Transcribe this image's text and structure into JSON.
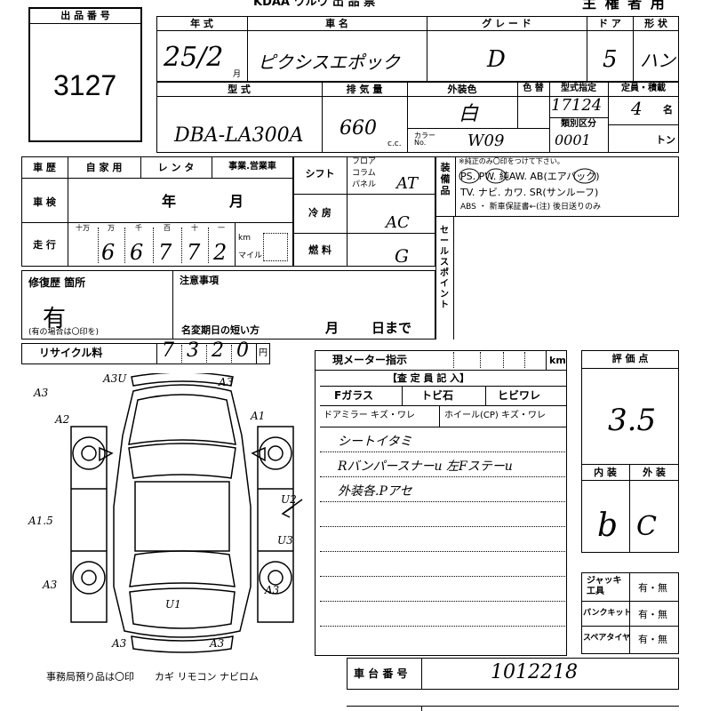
{
  "header": {
    "top_fragment": "KDAA ワルウ 出 品 票",
    "top_right": "主 権 者 用"
  },
  "lot": {
    "label": "出 品 番 号",
    "number": "3127"
  },
  "labels": {
    "year": "年 式",
    "car_name": "車 名",
    "grade": "グ レ ー ド",
    "doors": "ド ア",
    "shape": "形 状",
    "model": "型 式",
    "displacement": "排 気 量",
    "exterior_color": "外装色",
    "color_no": "色 替",
    "type_spec": "型式指定",
    "capacity": "定員・積載",
    "category": "類別区分",
    "color_label": "カラー\nNo.",
    "history": "車 歴",
    "private": "自 家 用",
    "rental": "レ ン タ",
    "business": "事業.営業車",
    "inspection": "車 検",
    "year_unit": "年",
    "month_unit": "月",
    "mileage": "走 行",
    "digits": [
      "十万",
      "万",
      "千",
      "百",
      "十",
      "一"
    ],
    "km": "km",
    "mile": "マイル",
    "shift": "シフト",
    "shift_opts": [
      "フロア",
      "コラム",
      "パネル"
    ],
    "ac": "冷 房",
    "fuel": "燃 料",
    "equipment": "装備品",
    "equip_note": "※純正のみ〇印をつけて下さい。",
    "equip_line1": "PS. PW. 純AW. AB(エアバック)",
    "equip_line2": "TV. ナビ. カワ. SR(サンルーフ)",
    "equip_line3": "ABS ・ 新車保証書←(注) 後日送りのみ",
    "sale_point": "セールスポイント",
    "repair": "修復歴 箇所",
    "repair_note": "(有の場合は〇印を)",
    "caution": "注意事項",
    "name_change": "名変期日の短い方",
    "month": "月",
    "day_until": "日まで",
    "recycle": "リサイクル料",
    "yen": "円",
    "meter": "現メーター指示",
    "inspector": "【査 定 員 記 入】",
    "glass": "Fガラス",
    "stone": "トビ石",
    "crack": "ヒビワレ",
    "mirror": "ドアミラー キズ・ワレ",
    "wheel": "ホイール(CP) キズ・ワレ",
    "score": "評 価 点",
    "interior": "内 装",
    "exterior": "外 装",
    "jack": "ジャッキ工具",
    "puncture": "パンクキット",
    "spare": "スペアタイヤ",
    "yes_no": "有・無",
    "office_items": "事務局預り品は〇印",
    "keys": "カギ リモコン ナビロム",
    "chassis": "車 台 番 号"
  },
  "values": {
    "year": "25/2",
    "car_name": "ピクシスエポック",
    "grade": "D",
    "doors": "5",
    "shape": "ハン",
    "model": "DBA-LA300A",
    "displacement": "660",
    "cc": "c.c.",
    "exterior_color": "白",
    "type_spec": "17124",
    "capacity": "4",
    "capacity_unit": "名",
    "category": "0001",
    "ton": "トン",
    "color_no": "W09",
    "mileage_digits": [
      "6",
      "6",
      "7",
      "7",
      "2"
    ],
    "shift": "AT",
    "ac": "AC",
    "fuel": "G",
    "repair": "有",
    "recycle_digits": [
      "7",
      "3",
      "2",
      "0"
    ],
    "notes": [
      "シートイタミ",
      "Rバンパースナーu 左Fステーu",
      "外装各.Pアセ"
    ],
    "score": "3.5",
    "interior": "b",
    "exterior": "C",
    "chassis": "1012218"
  },
  "diagram_marks": [
    "A3U",
    "A3",
    "A3",
    "A2",
    "A1",
    "A1.5",
    "U2",
    "U3",
    "A3",
    "U1",
    "A3",
    "A3",
    "A3"
  ]
}
